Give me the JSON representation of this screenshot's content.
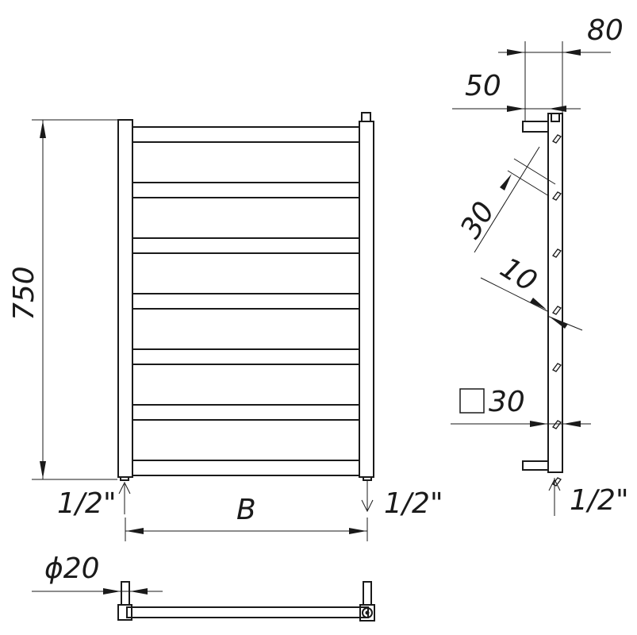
{
  "drawing": {
    "title": "",
    "dimensions": {
      "height": "750",
      "width": "B",
      "depth_total": "80",
      "depth_wall": "50",
      "rail_spacing": "30",
      "rail_thickness": "10",
      "profile_square": "30",
      "pipe_diameter": "ϕ20",
      "inlet_left": "1/2\"",
      "outlet_right": "1/2\"",
      "side_connection": "1/2\""
    },
    "views": [
      "front",
      "side",
      "top"
    ],
    "rail_count": 7
  }
}
